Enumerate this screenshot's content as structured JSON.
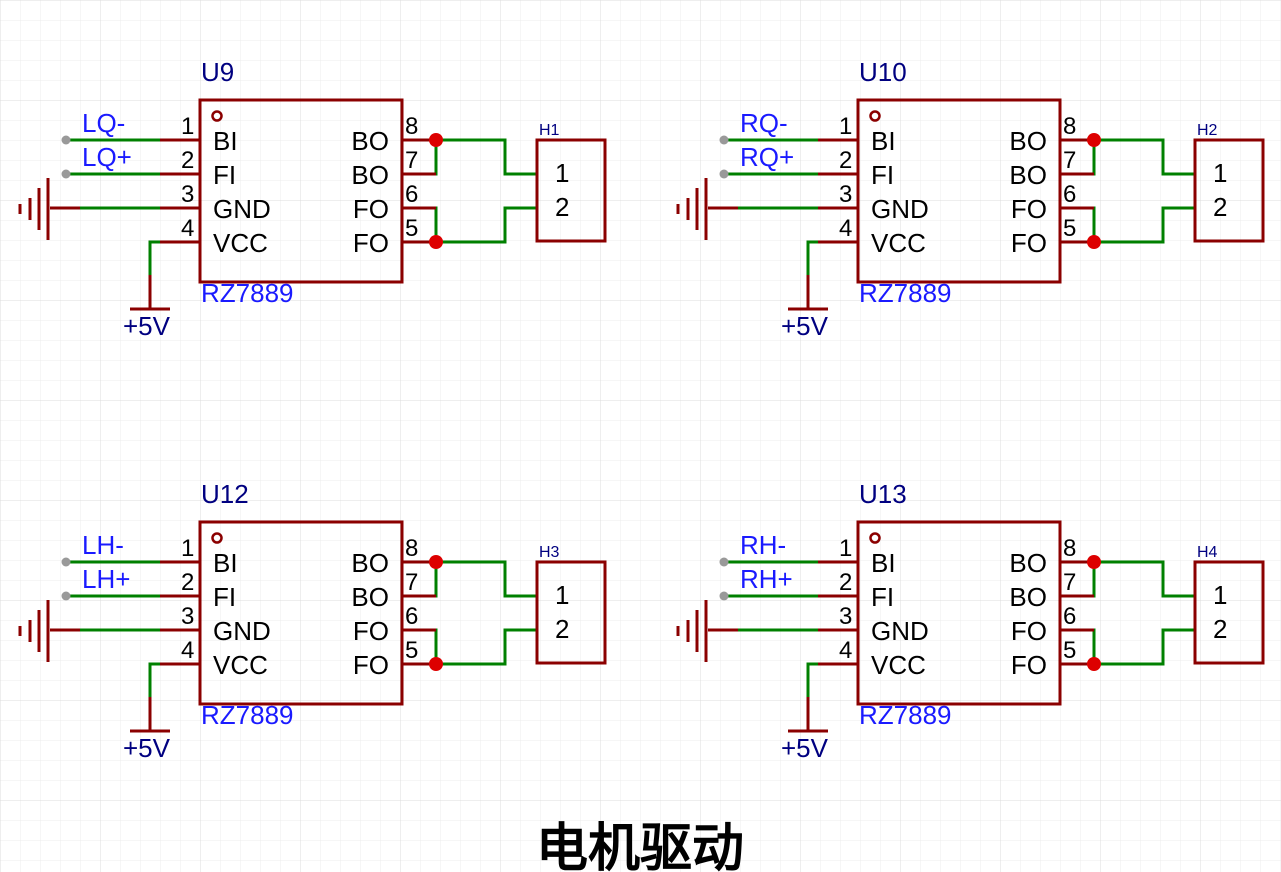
{
  "title": "电机驱动",
  "colors": {
    "background": "#ffffff",
    "grid": "#e6e6e6",
    "component": "#8b0000",
    "wire": "#008000",
    "junction": "#dd0000",
    "net_label": "#1a1aff",
    "refdes": "#000080",
    "text": "#000000",
    "net_port": "#999999"
  },
  "blocks": [
    {
      "refdes": "U9",
      "value": "RZ7889",
      "connector": "H1",
      "connector_pins": [
        "1",
        "2"
      ],
      "inputs": [
        "LQ-",
        "LQ+"
      ],
      "power": "+5V",
      "pins_left": [
        {
          "num": "1",
          "name": "BI"
        },
        {
          "num": "2",
          "name": "FI"
        },
        {
          "num": "3",
          "name": "GND"
        },
        {
          "num": "4",
          "name": "VCC"
        }
      ],
      "pins_right": [
        {
          "num": "8",
          "name": "BO"
        },
        {
          "num": "7",
          "name": "BO"
        },
        {
          "num": "6",
          "name": "FO"
        },
        {
          "num": "5",
          "name": "FO"
        }
      ]
    },
    {
      "refdes": "U10",
      "value": "RZ7889",
      "connector": "H2",
      "connector_pins": [
        "1",
        "2"
      ],
      "inputs": [
        "RQ-",
        "RQ+"
      ],
      "power": "+5V",
      "pins_left": [
        {
          "num": "1",
          "name": "BI"
        },
        {
          "num": "2",
          "name": "FI"
        },
        {
          "num": "3",
          "name": "GND"
        },
        {
          "num": "4",
          "name": "VCC"
        }
      ],
      "pins_right": [
        {
          "num": "8",
          "name": "BO"
        },
        {
          "num": "7",
          "name": "BO"
        },
        {
          "num": "6",
          "name": "FO"
        },
        {
          "num": "5",
          "name": "FO"
        }
      ]
    },
    {
      "refdes": "U12",
      "value": "RZ7889",
      "connector": "H3",
      "connector_pins": [
        "1",
        "2"
      ],
      "inputs": [
        "LH-",
        "LH+"
      ],
      "power": "+5V",
      "pins_left": [
        {
          "num": "1",
          "name": "BI"
        },
        {
          "num": "2",
          "name": "FI"
        },
        {
          "num": "3",
          "name": "GND"
        },
        {
          "num": "4",
          "name": "VCC"
        }
      ],
      "pins_right": [
        {
          "num": "8",
          "name": "BO"
        },
        {
          "num": "7",
          "name": "BO"
        },
        {
          "num": "6",
          "name": "FO"
        },
        {
          "num": "5",
          "name": "FO"
        }
      ]
    },
    {
      "refdes": "U13",
      "value": "RZ7889",
      "connector": "H4",
      "connector_pins": [
        "1",
        "2"
      ],
      "inputs": [
        "RH-",
        "RH+"
      ],
      "power": "+5V",
      "pins_left": [
        {
          "num": "1",
          "name": "BI"
        },
        {
          "num": "2",
          "name": "FI"
        },
        {
          "num": "3",
          "name": "GND"
        },
        {
          "num": "4",
          "name": "VCC"
        }
      ],
      "pins_right": [
        {
          "num": "8",
          "name": "BO"
        },
        {
          "num": "7",
          "name": "BO"
        },
        {
          "num": "6",
          "name": "FO"
        },
        {
          "num": "5",
          "name": "FO"
        }
      ]
    }
  ]
}
